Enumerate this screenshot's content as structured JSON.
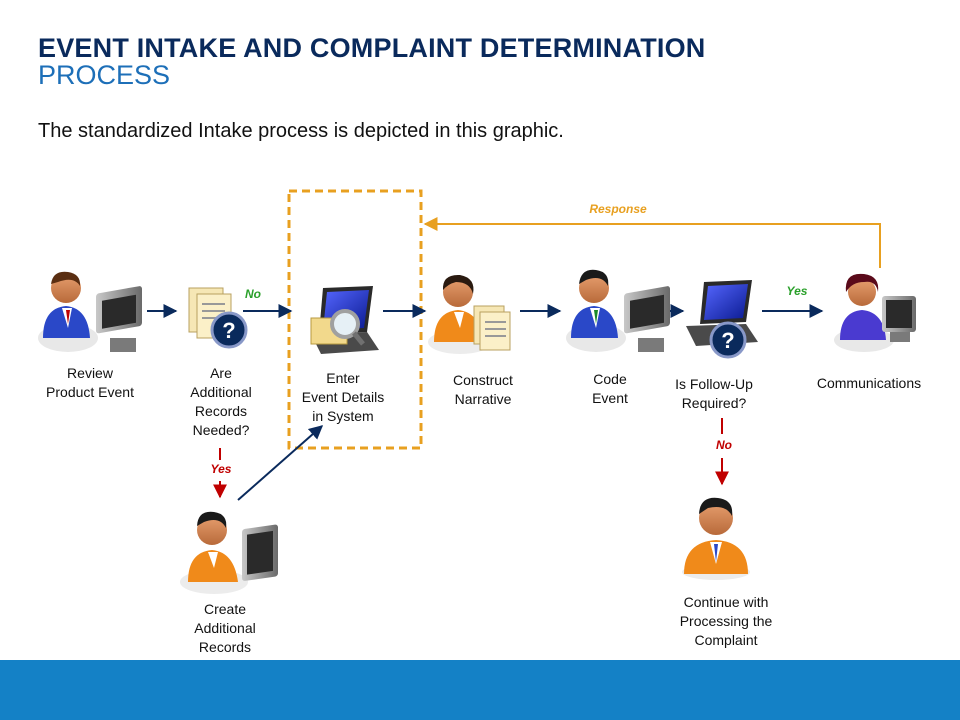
{
  "title": {
    "line1": "EVENT INTAKE AND COMPLAINT DETERMINATION",
    "line2": "PROCESS"
  },
  "subtitle": "The standardized Intake process is depicted in this graphic.",
  "nodes": {
    "review": "Review\nProduct Event",
    "records_needed": "Are\nAdditional\nRecords\nNeeded?",
    "enter": "Enter\nEvent Details\nin System",
    "construct": "Construct\nNarrative",
    "code": "Code\nEvent",
    "followup": "Is Follow-Up\nRequired?",
    "communications": "Communications",
    "create": "Create\nAdditional\nRecords",
    "continue": "Continue with\nProcessing the\nComplaint"
  },
  "tags": {
    "no_records": "No",
    "yes_records": "Yes",
    "yes_followup": "Yes",
    "no_followup": "No",
    "response": "Response"
  },
  "colors": {
    "title_dark": "#0a2a5c",
    "title_blue": "#1d6fb8",
    "footer": "#1481c6",
    "highlight_box": "#e8a020",
    "arrow": "#0a2a5c",
    "yes_no_green": "#2aa02a",
    "red": "#c00000"
  },
  "icons": [
    "person-computer-icon",
    "documents-question-icon",
    "laptop-search-icon",
    "person-documents-icon",
    "laptop-question-icon"
  ]
}
